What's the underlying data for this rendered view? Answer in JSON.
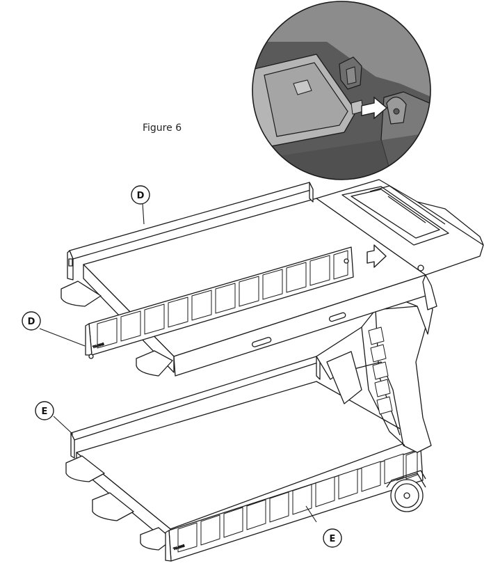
{
  "figure": {
    "title": "Figure 6"
  },
  "callouts": [
    {
      "label": "D"
    },
    {
      "label": "D"
    },
    {
      "label": "E"
    },
    {
      "label": "E"
    }
  ],
  "colors": {
    "line": "#1a1a1a",
    "fill": "#ffffff",
    "inset_dark": "#5a5a5a",
    "inset_mid": "#8c8c8c",
    "inset_light": "#b5b5b5"
  }
}
